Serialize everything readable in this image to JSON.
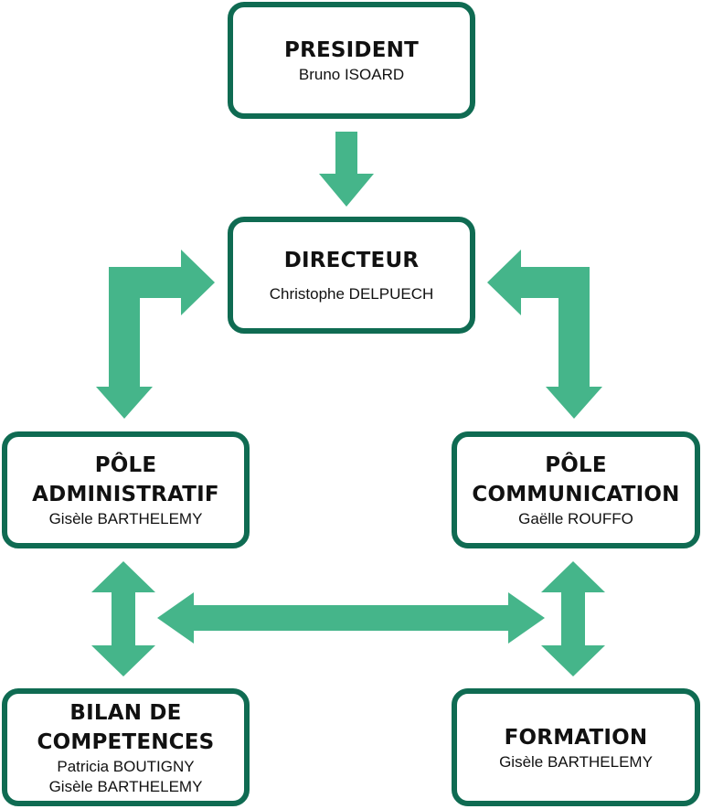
{
  "colors": {
    "arrow": "#45b58a",
    "border": "#0f6b52"
  },
  "boxes": {
    "president": {
      "title": "PRESIDENT",
      "names": [
        "Bruno ISOARD"
      ]
    },
    "directeur": {
      "title": "DIRECTEUR",
      "names": [
        "Christophe DELPUECH"
      ]
    },
    "pole_administratif": {
      "title_lines": [
        "PÔLE",
        "ADMINISTRATIF"
      ],
      "names": [
        "Gisèle BARTHELEMY"
      ]
    },
    "pole_communication": {
      "title_lines": [
        "PÔLE",
        "COMMUNICATION"
      ],
      "names": [
        "Gaëlle ROUFFO"
      ]
    },
    "bilan_de_competences": {
      "title_lines": [
        "BILAN DE",
        "COMPETENCES"
      ],
      "names": [
        "Patricia BOUTIGNY",
        "Gisèle BARTHELEMY"
      ]
    },
    "formation": {
      "title": "FORMATION",
      "names": [
        "Gisèle BARTHELEMY"
      ]
    }
  }
}
